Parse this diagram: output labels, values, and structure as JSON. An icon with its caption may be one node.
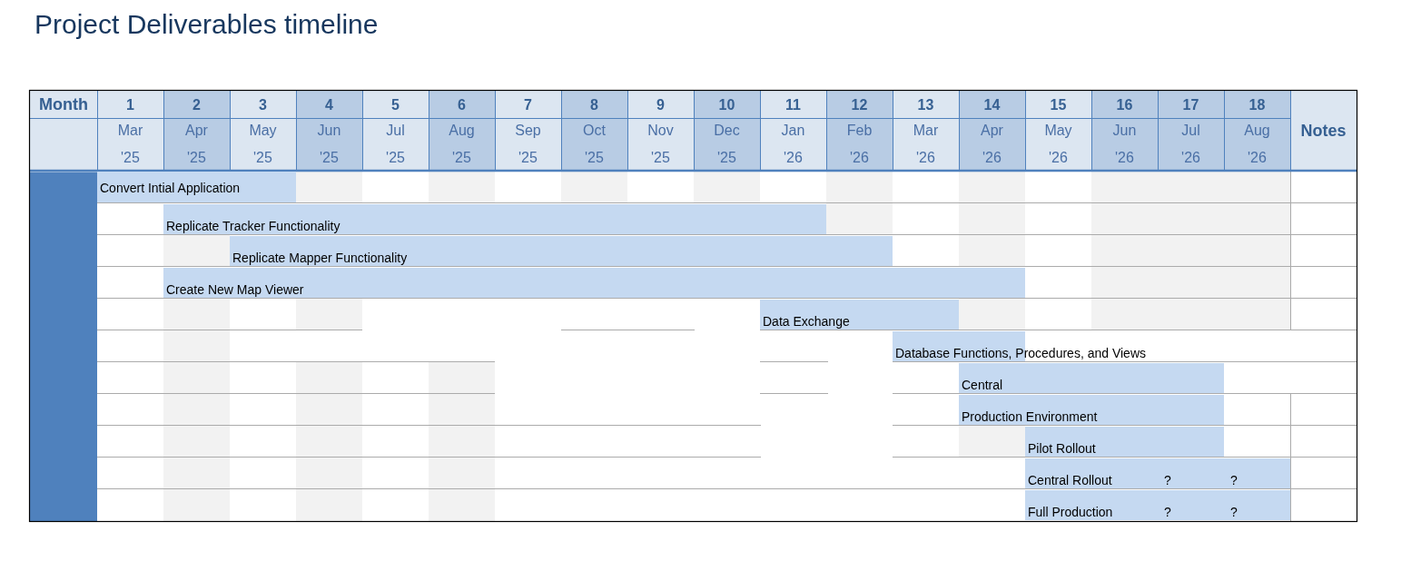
{
  "diagram": {
    "title": "Project Deliverables timeline",
    "nodes": [
      {
        "text": [
          "Convert Intial Application"
        ]
      },
      {
        "text": [
          "Replicate Tracker Functionality"
        ]
      },
      {
        "text": [
          "Replicate Mapper Functionality"
        ]
      },
      {
        "text": [
          "Create New Map Viewer"
        ]
      },
      {
        "text": [
          "Data Exchange"
        ]
      },
      {
        "text": [
          "Database Functions, Procedures, and Views"
        ]
      },
      {
        "text": [
          "Central"
        ]
      },
      {
        "text": [
          "Production Environment"
        ]
      },
      {
        "text": [
          "Pilot Rollout"
        ]
      },
      {
        "text": [
          "Central Rollout",
          "?",
          "?"
        ]
      },
      {
        "text": [
          "Full Production",
          "?",
          "?"
        ]
      }
    ],
    "labels": [
      "Month",
      "1",
      "2",
      "3",
      "4",
      "5",
      "6",
      "7",
      "8",
      "9",
      "10",
      "11",
      "12",
      "13",
      "14",
      "15",
      "16",
      "17",
      "18",
      "Mar '25",
      "Apr '25",
      "May '25",
      "Jun '25",
      "Jul '25",
      "Aug '25",
      "Sep '25",
      "Oct '25",
      "Nov '25",
      "Dec '25",
      "Jan '26",
      "Feb '26",
      "Mar '26",
      "Apr '26",
      "May '26",
      "Jun '26",
      "Jul '26",
      "Aug '26",
      "Notes"
    ]
  }
}
